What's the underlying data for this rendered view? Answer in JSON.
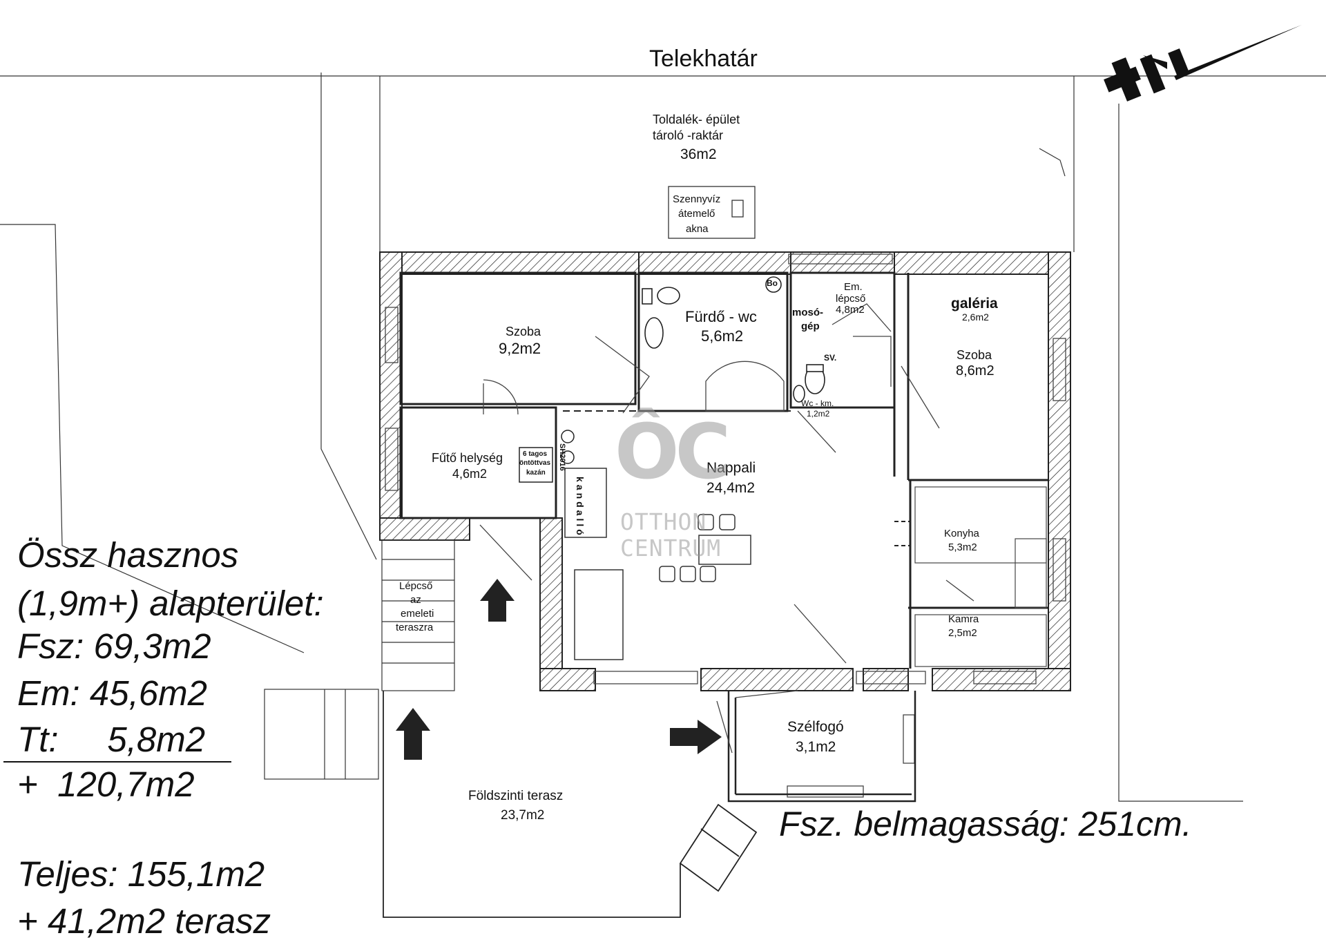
{
  "plot_boundary": "Telekhatár",
  "annex": {
    "name_1": "Toldalék- épület",
    "name_2": "tároló -raktár",
    "area": "36m2"
  },
  "sewage": {
    "line1": "Szennyvíz",
    "line2": "átemelő",
    "line3": "akna"
  },
  "rooms": {
    "bedroom_left": {
      "name": "Szoba",
      "area": "9,2m2"
    },
    "bathroom": {
      "name": "Fürdő - wc",
      "area": "5,6m2"
    },
    "boiler_label": "Bo",
    "washer": {
      "line1": "mosó-",
      "line2": "gép"
    },
    "stair_upper": {
      "line1": "Em.",
      "line2": "lépcső",
      "area": "4,8m2"
    },
    "wc_code": "SV.",
    "wc_small": {
      "name": "Wc - km.",
      "area": "1,2m2"
    },
    "gallery": {
      "name": "galéria",
      "area": "2,6m2"
    },
    "bedroom_right": {
      "name": "Szoba",
      "area": "8,6m2"
    },
    "heating": {
      "name": "Fűtő helység",
      "area": "4,6m2"
    },
    "furnace": {
      "line1": "6 tagos",
      "line2": "öntöttvas",
      "line3": "kazán"
    },
    "furnace_code": "SH2016",
    "fireplace": "kandalló",
    "living": {
      "name": "Nappali",
      "area": "24,4m2"
    },
    "kitchen": {
      "name": "Konyha",
      "area": "5,3m2"
    },
    "pantry": {
      "name": "Kamra",
      "area": "2,5m2"
    },
    "terrace_stair": {
      "line1": "Lépcső",
      "line2": "az",
      "line3": "emeleti",
      "line4": "teraszra"
    },
    "vestibule": {
      "name": "Szélfogó",
      "area": "3,1m2"
    },
    "ground_terrace": {
      "name": "Földszinti terasz",
      "area": "23,7m2"
    }
  },
  "summary": {
    "line1": "Össz hasznos",
    "line2": "(1,9m+) alapterület:",
    "line3": "Fsz: 69,3m2",
    "line4": "Em: 45,6m2",
    "line5": "Tt:     5,8m2",
    "line6": "+  120,7m2",
    "line7": "Teljes: 155,1m2",
    "line8": "+ 41,2m2 terasz"
  },
  "ceiling_height": "Fsz. belmagasság: 251cm.",
  "watermark": {
    "logo": "ÔC",
    "line1": "OTTHON",
    "line2": "CENTRUM"
  }
}
